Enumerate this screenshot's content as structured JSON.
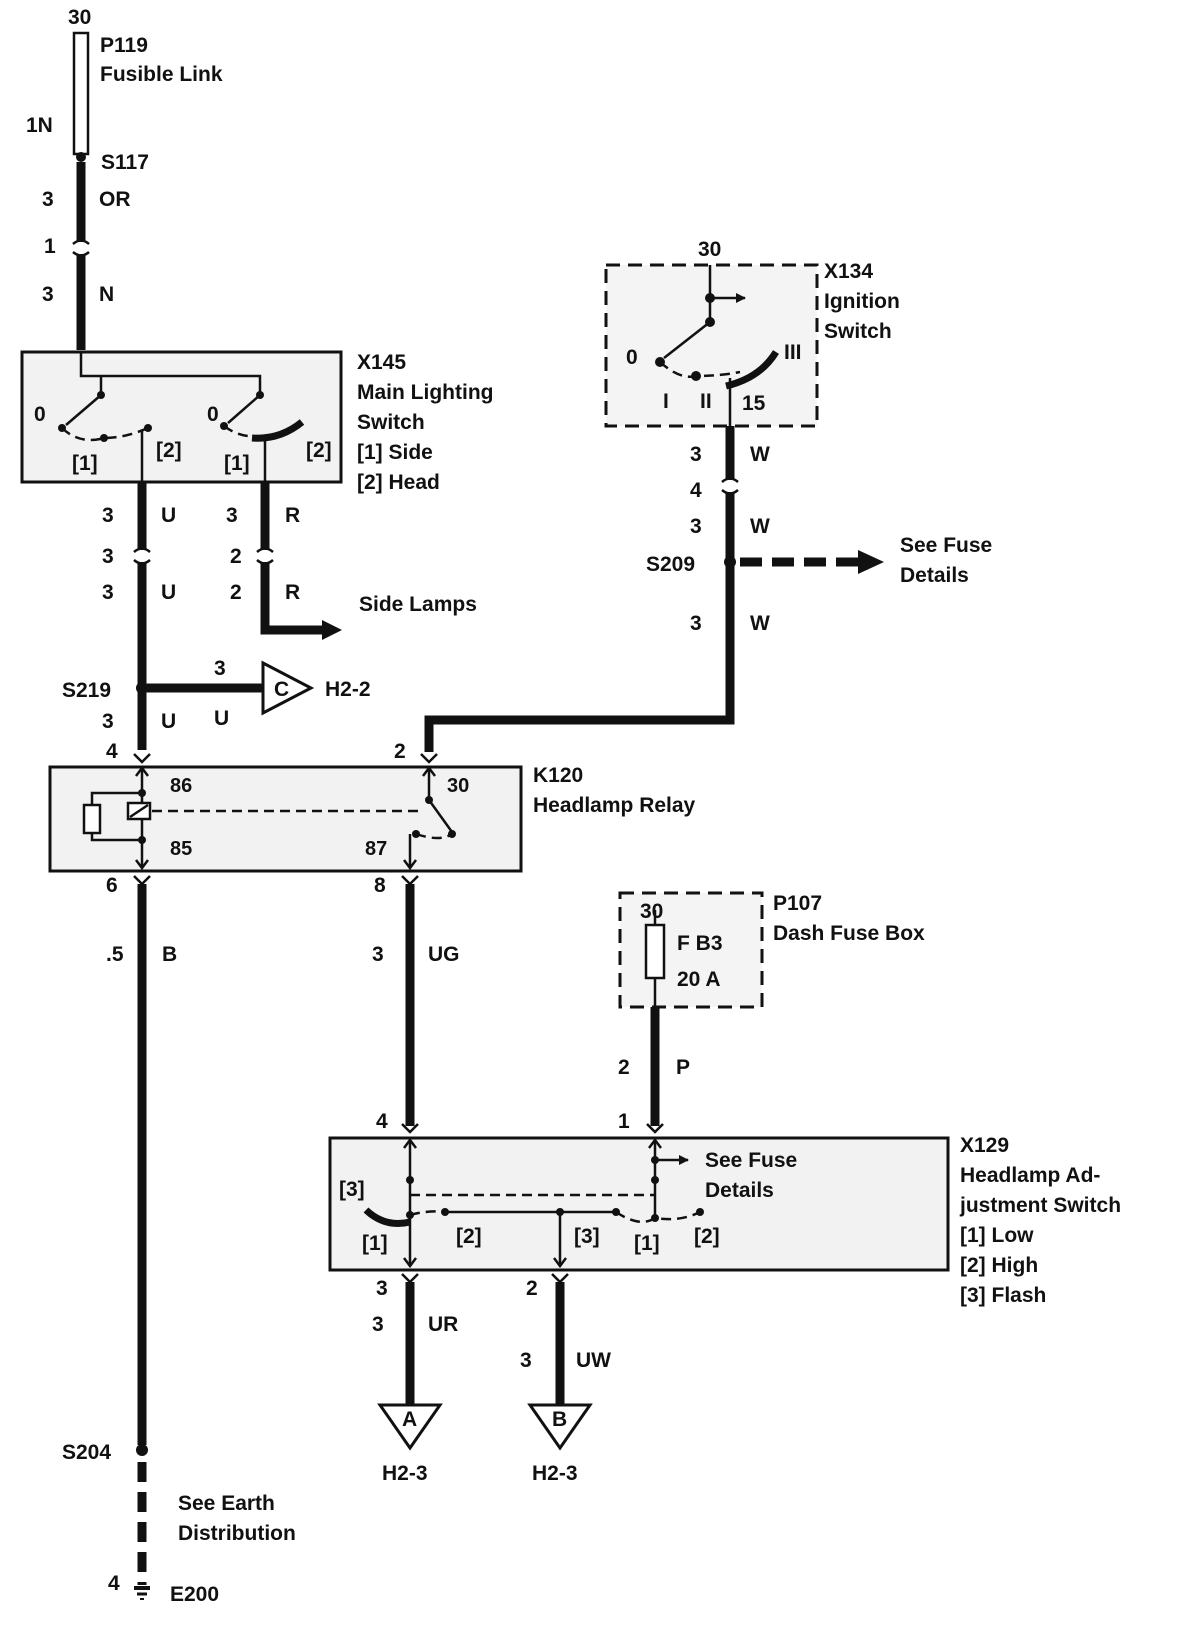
{
  "fusible_link": {
    "terminal": "30",
    "id": "P119",
    "name": "Fusible Link",
    "size": "1N",
    "splice": "S117"
  },
  "wire_or": {
    "size": "3",
    "color": "OR"
  },
  "conn_1": {
    "pin": "1"
  },
  "wire_n": {
    "size": "3",
    "color": "N"
  },
  "main_switch": {
    "id": "X145",
    "name_line1": "Main Lighting",
    "name_line2": "Switch",
    "legend1": "[1]  Side",
    "legend2": "[2]  Head",
    "pos0": "0",
    "pos1": "[1]",
    "pos2": "[2]"
  },
  "wire_u": {
    "size": "3",
    "color": "U",
    "pin": "3"
  },
  "wire_r": {
    "size": "3",
    "color": "R",
    "size2": "2",
    "pin": "2"
  },
  "side_lamps": {
    "label": "Side Lamps"
  },
  "splice_s219": {
    "id": "S219",
    "size": "3",
    "color": "U"
  },
  "ref_c": {
    "letter": "C",
    "target": "H2-2",
    "size": "3"
  },
  "ignition": {
    "terminal": "30",
    "id": "X134",
    "name_line1": "Ignition",
    "name_line2": "Switch",
    "pos0": "0",
    "pos1": "I",
    "pos2": "II",
    "pos3": "III",
    "out": "15"
  },
  "wire_w": {
    "size": "3",
    "color": "W",
    "pin": "4"
  },
  "splice_s209": {
    "id": "S209",
    "see_line1": "See Fuse",
    "see_line2": "Details"
  },
  "relay": {
    "id": "K120",
    "name": "Headlamp Relay",
    "t86": "86",
    "t85": "85",
    "t30": "30",
    "t87": "87",
    "pin_in_left": "4",
    "pin_in_right": "2",
    "pin_out_left": "6",
    "pin_out_right": "8"
  },
  "wire_b": {
    "size": ".5",
    "color": "B"
  },
  "wire_ug": {
    "size": "3",
    "color": "UG"
  },
  "dash_fuse": {
    "terminal": "30",
    "id": "P107",
    "name": "Dash Fuse Box",
    "fuse": "F B3",
    "rating": "20 A"
  },
  "wire_p": {
    "size": "2",
    "color": "P",
    "pin": "1"
  },
  "adj_switch": {
    "id": "X129",
    "name_line1": "Headlamp Ad-",
    "name_line2": "justment Switch",
    "legend1": "[1]  Low",
    "legend2": "[2]  High",
    "legend3": "[3]  Flash",
    "see_line1": "See Fuse",
    "see_line2": "Details",
    "pin_in_left": "4",
    "pos3": "[3]",
    "pos1": "[1]",
    "pos2": "[2]",
    "pin_out_left": "3",
    "pin_out_right": "2"
  },
  "wire_ur": {
    "size": "3",
    "color": "UR",
    "ref": "A",
    "target": "H2-3"
  },
  "wire_uw": {
    "size": "3",
    "color": "UW",
    "ref": "B",
    "target": "H2-3"
  },
  "earth": {
    "splice": "S204",
    "see_line1": "See Earth",
    "see_line2": "Distribution",
    "pin": "4",
    "id": "E200"
  }
}
